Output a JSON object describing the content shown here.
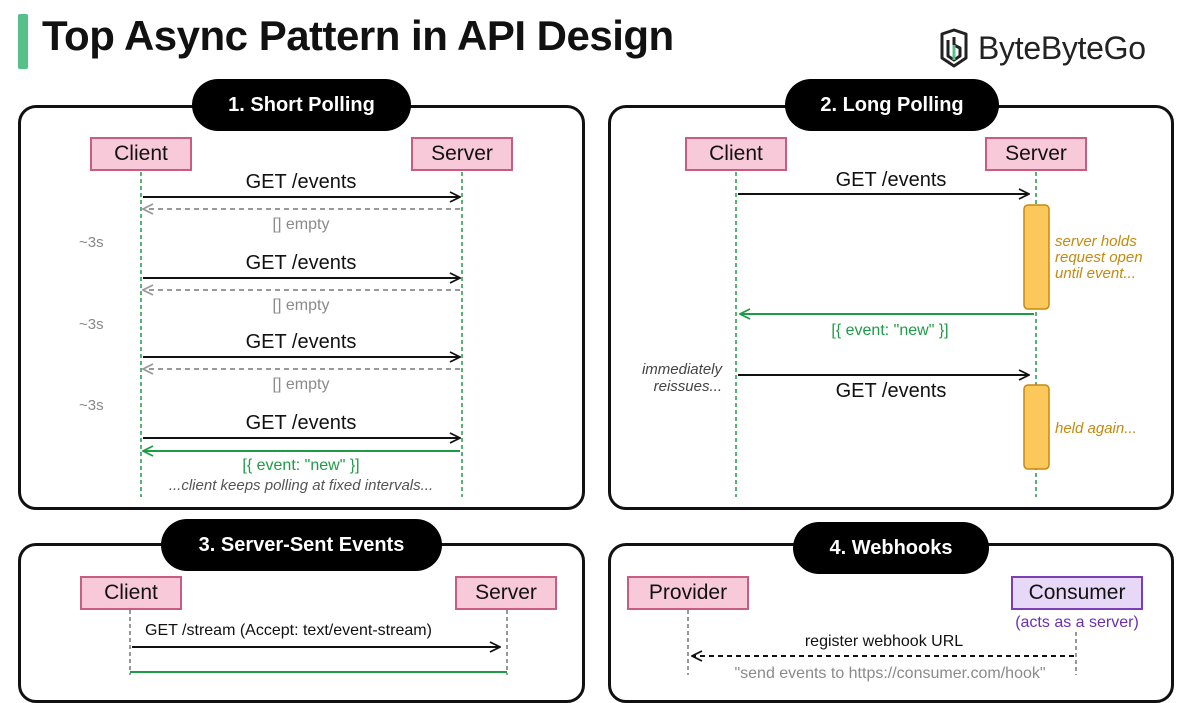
{
  "header": {
    "title": "Top Async Pattern in API Design",
    "brand": "ByteByteGo",
    "accent_color": "#55c08a"
  },
  "panels": {
    "short_polling": {
      "title": "1. Short Polling",
      "client": "Client",
      "server": "Server",
      "requests": [
        "GET /events",
        "GET /events",
        "GET /events",
        "GET /events"
      ],
      "empty_responses": [
        "[] empty",
        "[] empty",
        "[] empty"
      ],
      "intervals": [
        "~3s",
        "~3s",
        "~3s"
      ],
      "event_response": "[{ event: \"new\" }]",
      "footnote": "...client keeps polling at fixed intervals..."
    },
    "long_polling": {
      "title": "2. Long Polling",
      "client": "Client",
      "server": "Server",
      "request_1": "GET /events",
      "hold_note": [
        "server holds",
        "request open",
        "until event..."
      ],
      "event_response": "[{ event: \"new\" }]",
      "reissue_note": [
        "immediately",
        "reissues..."
      ],
      "request_2": "GET /events",
      "held_again": "held again..."
    },
    "sse": {
      "title": "3. Server-Sent Events",
      "client": "Client",
      "server": "Server",
      "request": "GET /stream (Accept: text/event-stream)"
    },
    "webhooks": {
      "title": "4. Webhooks",
      "provider": "Provider",
      "consumer": "Consumer",
      "consumer_note": "(acts as a server)",
      "register": "register webhook URL",
      "cutoff_text": "\"send events to https://consumer.com/hook\""
    }
  },
  "colors": {
    "green": "#1e9b46",
    "pink_fill": "#f8c9d8",
    "pink_border": "#c95c83",
    "purple_fill": "#e7d8f8",
    "purple_border": "#7b3fb5",
    "hold_fill": "#fcc85c",
    "hold_border": "#c48a0e"
  },
  "icons": {
    "logo": "bytebytego-logo-icon"
  }
}
